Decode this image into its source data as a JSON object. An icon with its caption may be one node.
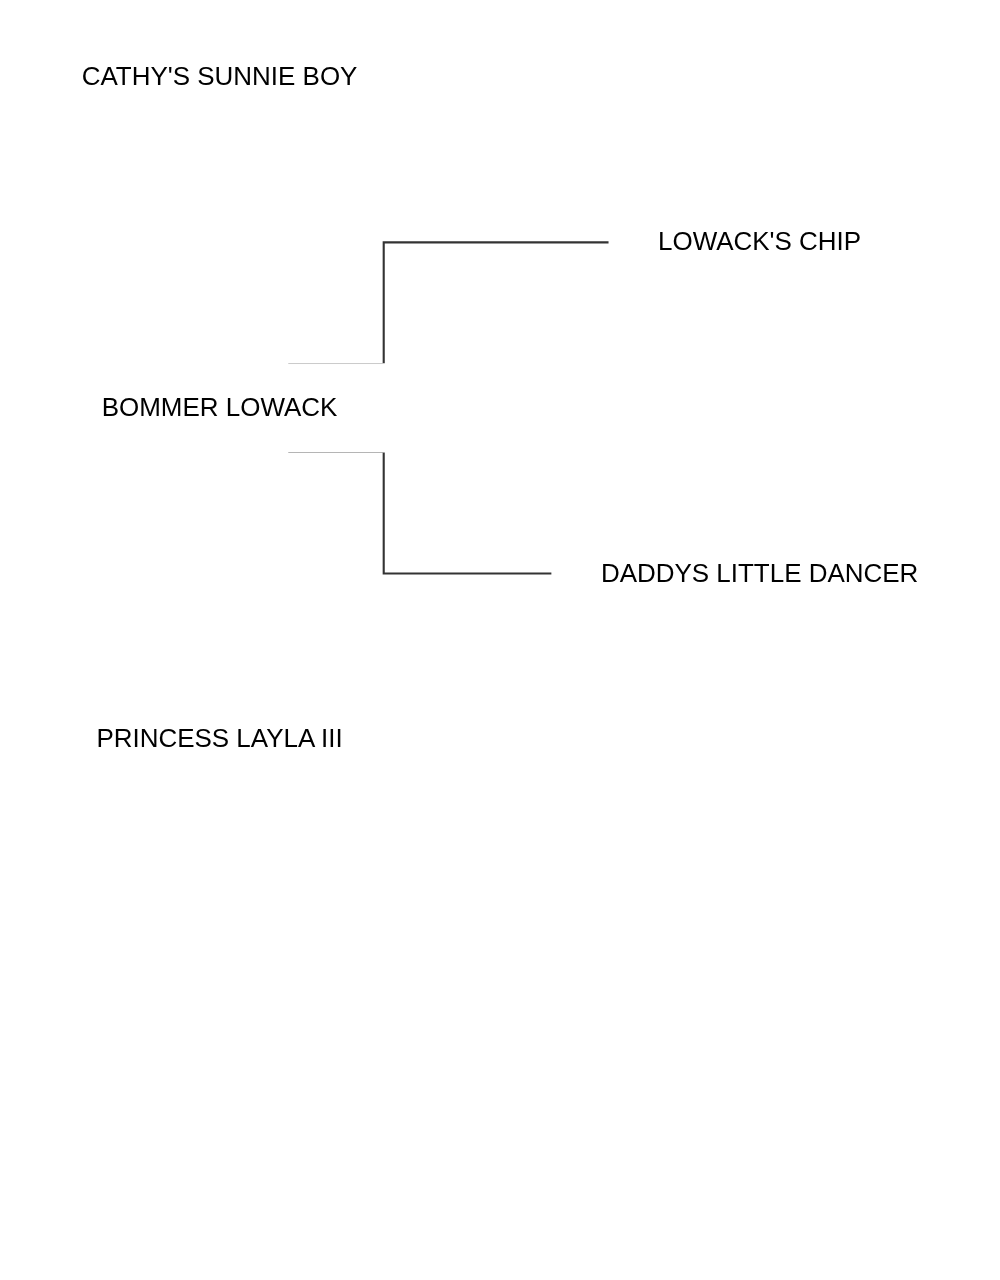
{
  "diagram": {
    "nodes": [
      {
        "text": [
          "CATHY'S SUNNIE BOY"
        ]
      },
      {
        "text": [
          "BOMMER LOWACK"
        ]
      },
      {
        "text": [
          "PRINCESS LAYLA III"
        ]
      },
      {
        "text": [
          "LOWACK'S CHIP"
        ]
      },
      {
        "text": [
          "DADDYS LITTLE DANCER"
        ]
      }
    ],
    "edges": [
      {
        "from": 1,
        "to": 3,
        "arrow": "none"
      },
      {
        "from": 1,
        "to": 4,
        "arrow": "none"
      }
    ]
  }
}
